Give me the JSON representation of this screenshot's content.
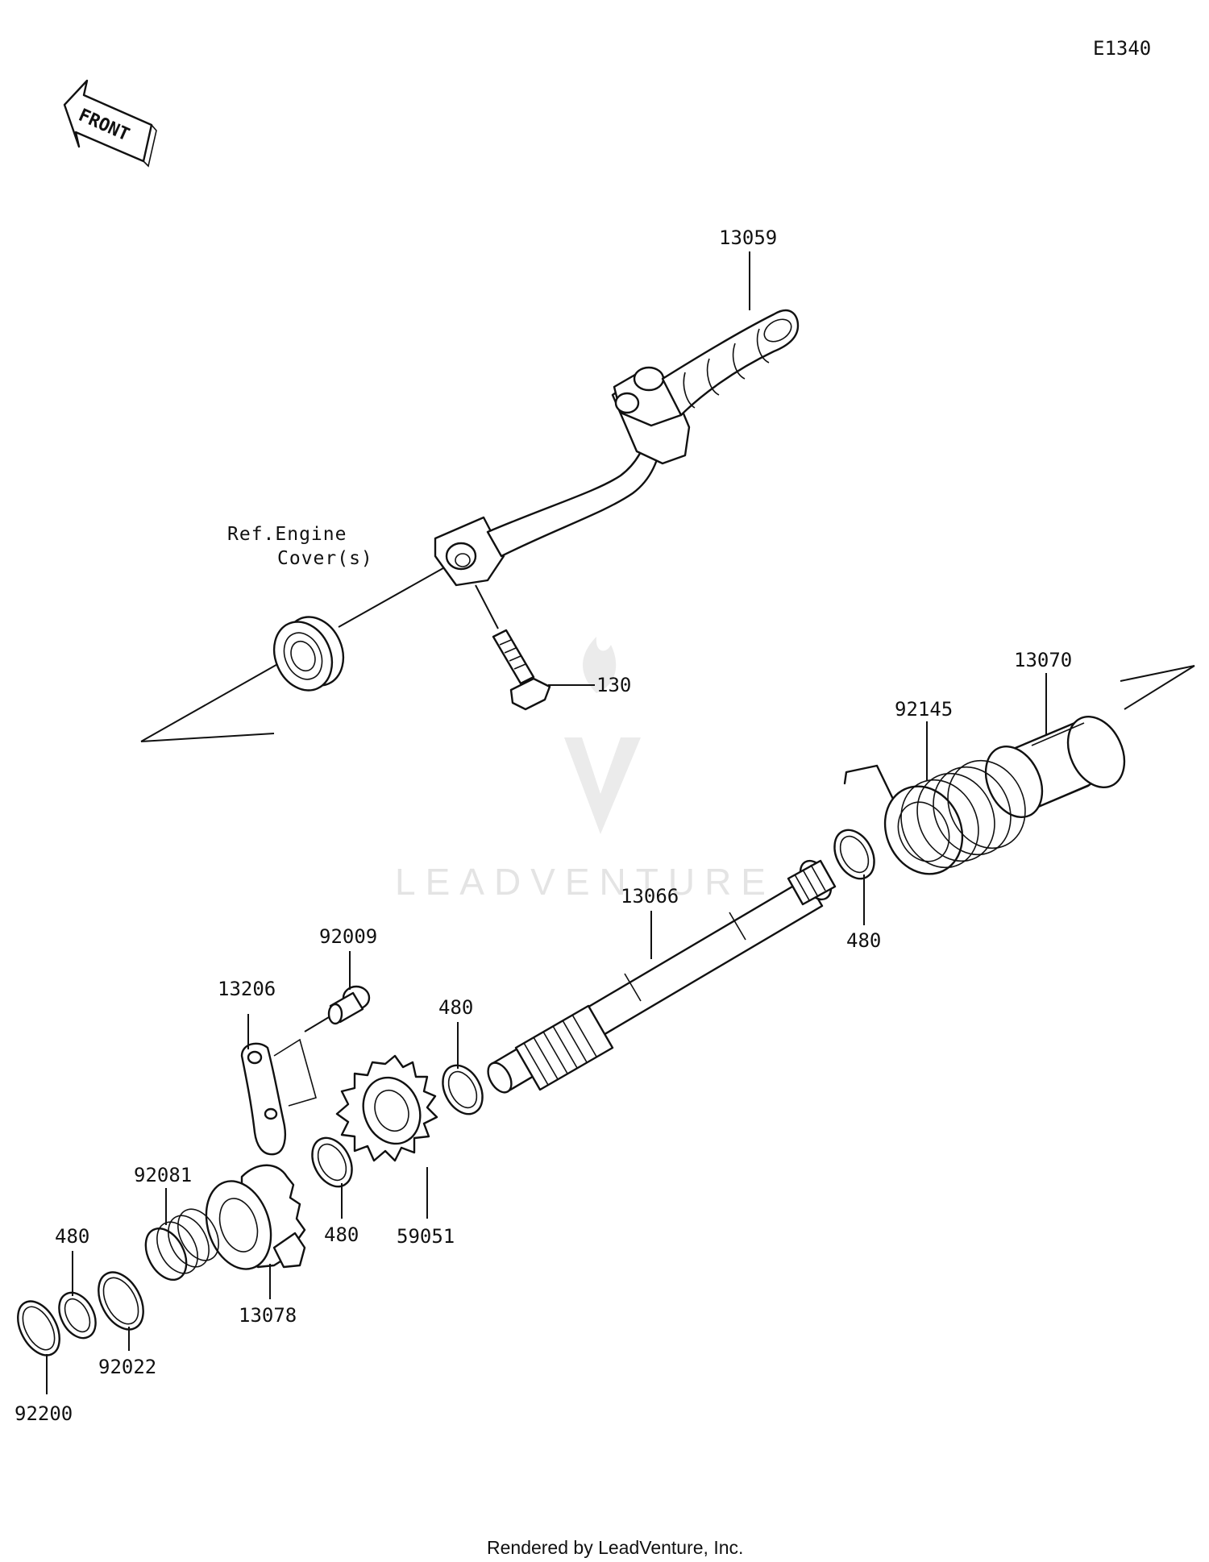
{
  "diagram_code": "E1340",
  "front_arrow": "FRONT",
  "reference": {
    "line1": "Ref.Engine",
    "line2": "Cover(s)"
  },
  "parts": {
    "kick_pedal": "13059",
    "bolt": "130",
    "guide": "13070",
    "spring_torsion": "92145",
    "shaft": "13066",
    "circlip_right": "480",
    "bolt_small": "92009",
    "stopper": "13206",
    "circlip_shaft": "480",
    "gear": "59051",
    "circlip_gear": "480",
    "spring": "92081",
    "ratchet": "13078",
    "circlip_end": "480",
    "washer_1": "92022",
    "washer_2": "92200"
  },
  "watermark": "LEADVENTURE",
  "footer": "Rendered by LeadVenture, Inc."
}
